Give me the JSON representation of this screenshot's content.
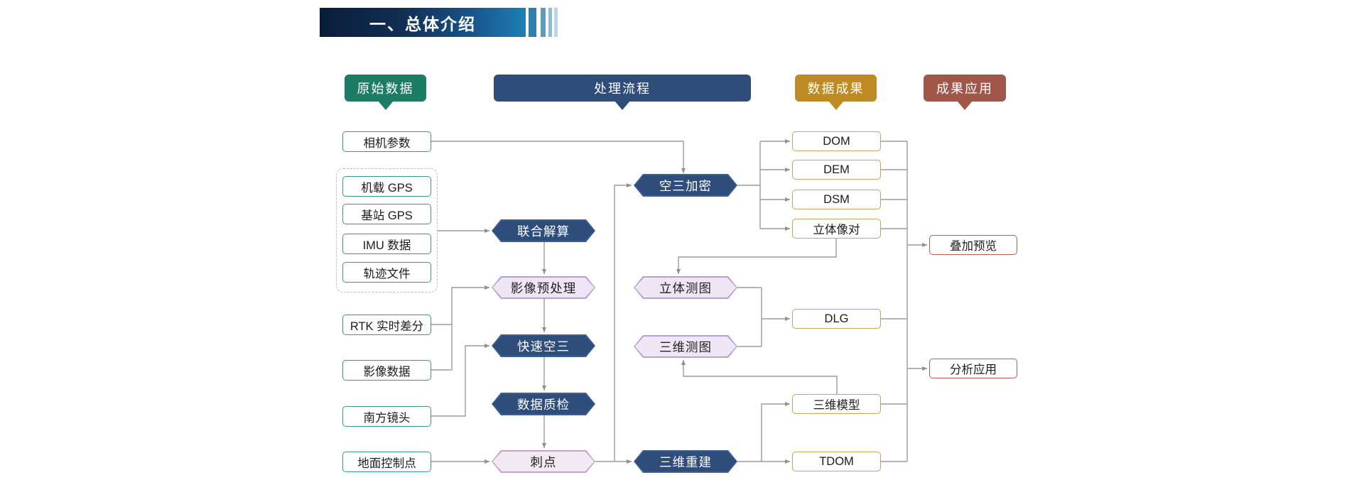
{
  "title": "一、总体介绍",
  "headers": {
    "raw": "原始数据",
    "process": "处理流程",
    "results": "数据成果",
    "apps": "成果应用"
  },
  "raw_data": {
    "camera": "相机参数",
    "airborne_gps": "机载 GPS",
    "base_gps": "基站 GPS",
    "imu": "IMU 数据",
    "track": "轨迹文件",
    "rtk": "RTK 实时差分",
    "imagery": "影像数据",
    "south_lens": "南方镜头",
    "gcp": "地面控制点"
  },
  "process": {
    "joint": "联合解算",
    "preprocess": "影像预处理",
    "fast_at": "快速空三",
    "qc": "数据质检",
    "prick": "刺点",
    "at_densify": "空三加密",
    "stereo_map": "立体测图",
    "map3d": "三维测图",
    "recon3d": "三维重建"
  },
  "results": {
    "dom": "DOM",
    "dem": "DEM",
    "dsm": "DSM",
    "stereo_pair": "立体像对",
    "dlg": "DLG",
    "model3d": "三维模型",
    "tdom": "TDOM"
  },
  "apps": {
    "overlay": "叠加预览",
    "analysis": "分析应用"
  },
  "colors": {
    "banner_dark": "#0a1c3a",
    "banner_light": "#1e7fb5",
    "header_raw": "#1d7c65",
    "header_process": "#2e4d7b",
    "header_results": "#bd8a24",
    "header_apps": "#a1564a",
    "hex_navy_fill": "#2e4d7b",
    "hex_lavender_fill": "#eee6f4",
    "hex_lavender_border": "#b9a0ce",
    "box_green_border": "#3e9488",
    "box_gold_border": "#c9a263",
    "box_red_border": "#b2604e",
    "connector_gray": "#9b9b9b"
  }
}
